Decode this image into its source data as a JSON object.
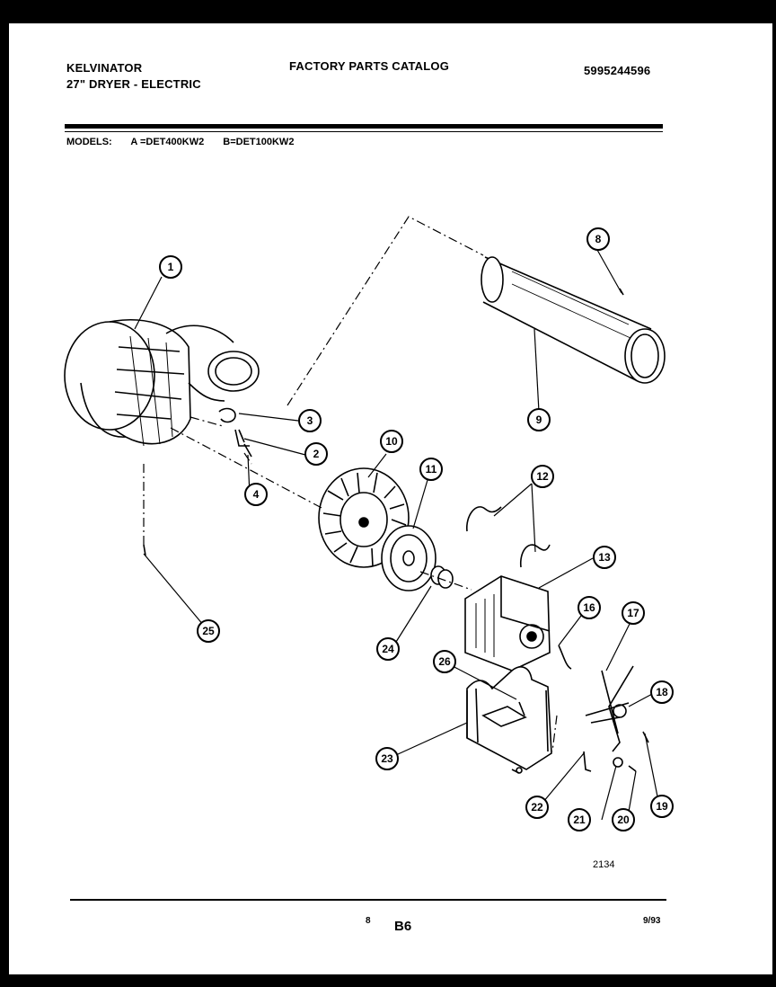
{
  "header": {
    "brand": "KELVINATOR",
    "product": "27\" DRYER - ELECTRIC",
    "catalog_title": "FACTORY PARTS CATALOG",
    "part_number": "5995244596"
  },
  "models": {
    "label": "MODELS:",
    "model_a": "A =DET400KW2",
    "model_b": "B=DET100KW2"
  },
  "callouts": [
    "1",
    "2",
    "3",
    "4",
    "8",
    "9",
    "10",
    "11",
    "12",
    "13",
    "16",
    "17",
    "18",
    "19",
    "20",
    "21",
    "22",
    "23",
    "24",
    "25",
    "26"
  ],
  "footer": {
    "diagram_ref": "2134",
    "page": "8",
    "section": "B6",
    "date": "9/93"
  }
}
